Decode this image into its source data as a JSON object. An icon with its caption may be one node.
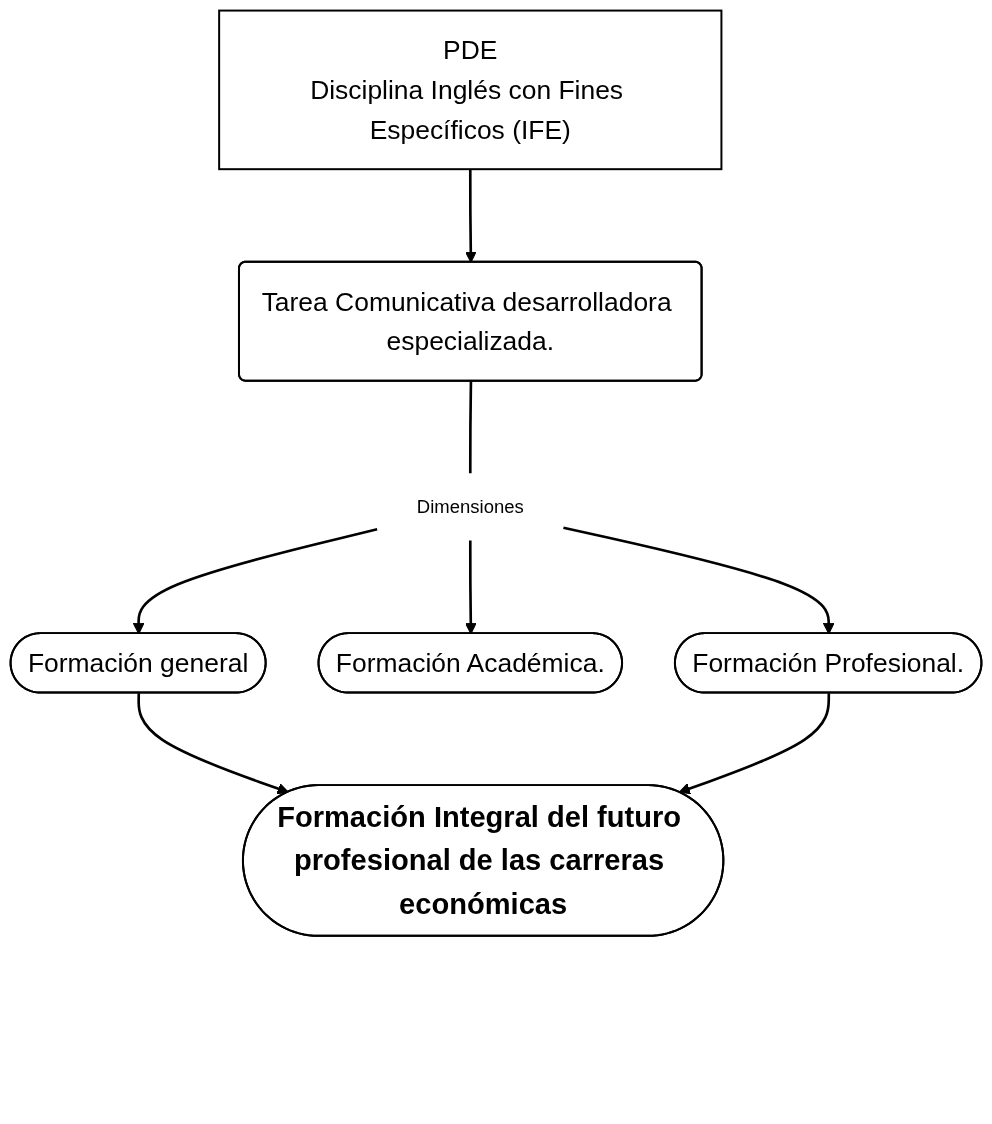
{
  "diagram": {
    "nodes": [
      {
        "text": [
          "PDE",
          "Disciplina Inglés con Fines Específicos (IFE)"
        ]
      },
      {
        "text": [
          "Tarea Comunicativa desarrolladora especializada."
        ]
      },
      {
        "text": [
          "Dimensiones"
        ]
      },
      {
        "text": [
          "Formación general"
        ]
      },
      {
        "text": [
          "Formación Académica."
        ]
      },
      {
        "text": [
          "Formación Profesional."
        ]
      },
      {
        "text": [
          "Formación Integral del futuro profesional de las carreras económicas"
        ]
      }
    ],
    "edges": [
      {
        "from": 0,
        "to": 1,
        "arrow": "to"
      },
      {
        "from": 1,
        "to": 2,
        "arrow": "none"
      },
      {
        "from": 2,
        "to": 3,
        "arrow": "to"
      },
      {
        "from": 2,
        "to": 4,
        "arrow": "to"
      },
      {
        "from": 2,
        "to": 5,
        "arrow": "to"
      },
      {
        "from": 3,
        "to": 6,
        "arrow": "to"
      },
      {
        "from": 5,
        "to": 6,
        "arrow": "to"
      }
    ]
  }
}
